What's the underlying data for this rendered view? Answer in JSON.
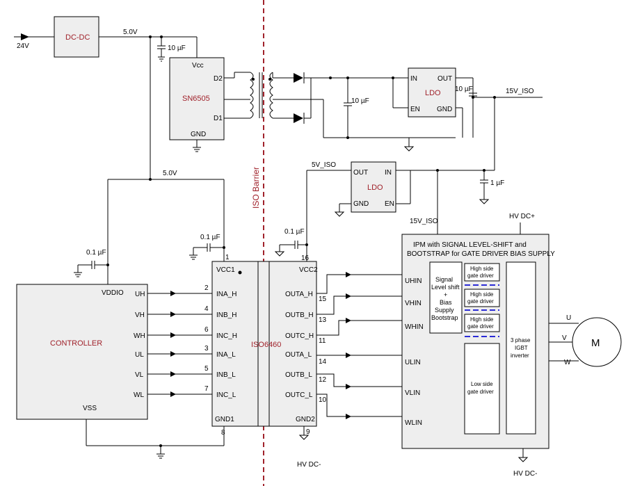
{
  "input_label": "24V",
  "dcdc_label": "DC-DC",
  "rail_5v_top": "5.0V",
  "rail_5v_mid": "5.0V",
  "cap_10uf_a": "10 µF",
  "cap_10uf_b": "10 µF",
  "cap_10uf_c": "10 µF",
  "cap_1uf": "1 µF",
  "cap_01uf_a": "0.1 µF",
  "cap_01uf_b": "0.1 µF",
  "cap_01uf_c": "0.1 µF",
  "sn6505": {
    "name": "SN6505",
    "vcc": "Vcc",
    "d2": "D2",
    "d1": "D1",
    "gnd": "GND"
  },
  "ldo_top": {
    "name": "LDO",
    "in": "IN",
    "out": "OUT",
    "en": "EN",
    "gnd": "GND"
  },
  "ldo_mid": {
    "name": "LDO",
    "in": "IN",
    "out": "OUT",
    "en": "EN",
    "gnd": "GND"
  },
  "v15_iso_a": "15V_ISO",
  "v15_iso_b": "15V_ISO",
  "v5_iso": "5V_ISO",
  "hvdc_plus": "HV DC+",
  "hvdc_minus_a": "HV DC-",
  "hvdc_minus_b": "HV DC-",
  "barrier_label": "ISO Barrier",
  "controller": {
    "name": "CONTROLLER",
    "vddio": "VDDIO",
    "vss": "VSS",
    "pins": [
      "UH",
      "VH",
      "WH",
      "UL",
      "VL",
      "WL"
    ]
  },
  "iso6460": {
    "name": "ISO6460",
    "vcc1": "VCC1",
    "vcc2": "VCC2",
    "gnd1": "GND1",
    "gnd2": "GND2",
    "pin_vcc1": "1",
    "pin_vcc2": "16",
    "pin_gnd1": "8",
    "pin_gnd2": "9",
    "inputs": [
      {
        "label": "INA_H",
        "pin": "2"
      },
      {
        "label": "INB_H",
        "pin": "4"
      },
      {
        "label": "INC_H",
        "pin": "6"
      },
      {
        "label": "INA_L",
        "pin": "3"
      },
      {
        "label": "INB_L",
        "pin": "5"
      },
      {
        "label": "INC_L",
        "pin": "7"
      }
    ],
    "outputs": [
      {
        "label": "OUTA_H",
        "pin": "15"
      },
      {
        "label": "OUTB_H",
        "pin": "13"
      },
      {
        "label": "OUTC_H",
        "pin": "11"
      },
      {
        "label": "OUTA_L",
        "pin": "14"
      },
      {
        "label": "OUTB_L",
        "pin": "12"
      },
      {
        "label": "OUTC_L",
        "pin": "10"
      }
    ]
  },
  "ipm": {
    "title_1": "IPM with SIGNAL LEVEL-SHIFT and",
    "title_2": "BOOTSTRAP for GATE DRIVER BIAS SUPPLY",
    "inputs": [
      "UHIN",
      "VHIN",
      "WHIN",
      "ULIN",
      "VLIN",
      "WLIN"
    ],
    "level_shift": [
      "Signal",
      "Level shift",
      "+",
      "Bias",
      "Supply",
      "Bootstrap"
    ],
    "hs_driver": [
      "High side",
      "gate driver"
    ],
    "ls_driver": [
      "Low side",
      "gate driver"
    ],
    "inverter": [
      "3 phase",
      "IGBT",
      "inverter"
    ],
    "phases": [
      "U",
      "V",
      "W"
    ]
  },
  "motor": "M"
}
